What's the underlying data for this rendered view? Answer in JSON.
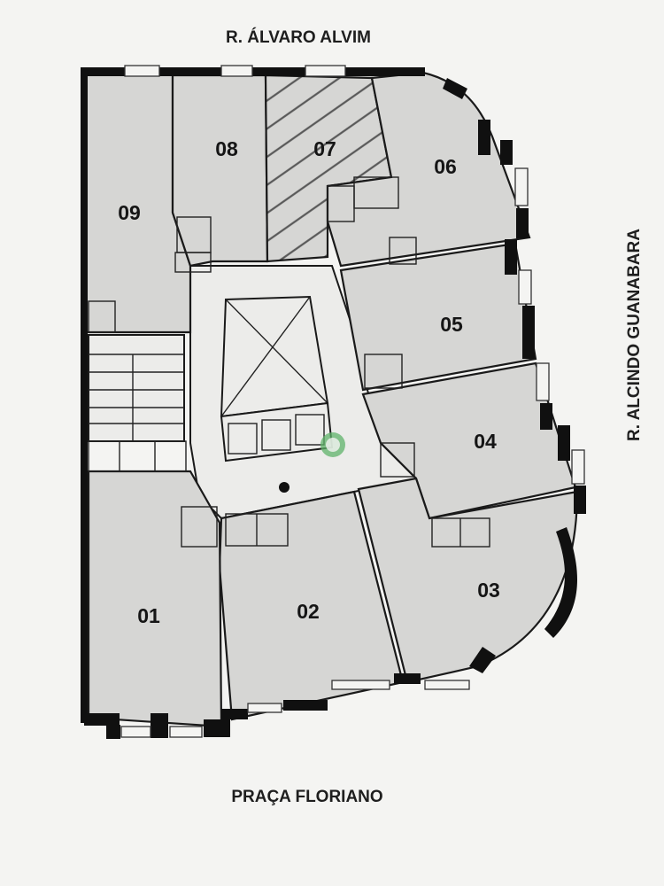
{
  "streets": {
    "north": "R. ÁLVARO ALVIM",
    "east": "R. ALCINDO GUANABARA",
    "south": "PRAÇA FLORIANO"
  },
  "units": [
    {
      "id": "u09",
      "label": "09"
    },
    {
      "id": "u08",
      "label": "08"
    },
    {
      "id": "u07",
      "label": "07"
    },
    {
      "id": "u06",
      "label": "06"
    },
    {
      "id": "u05",
      "label": "05"
    },
    {
      "id": "u04",
      "label": "04"
    },
    {
      "id": "u03",
      "label": "03"
    },
    {
      "id": "u02",
      "label": "02"
    },
    {
      "id": "u01",
      "label": "01"
    }
  ],
  "colors": {
    "room_fill": "#d6d6d4",
    "walls": "#101010",
    "paper": "#f4f4f2",
    "watermark": "#5fb36a"
  }
}
